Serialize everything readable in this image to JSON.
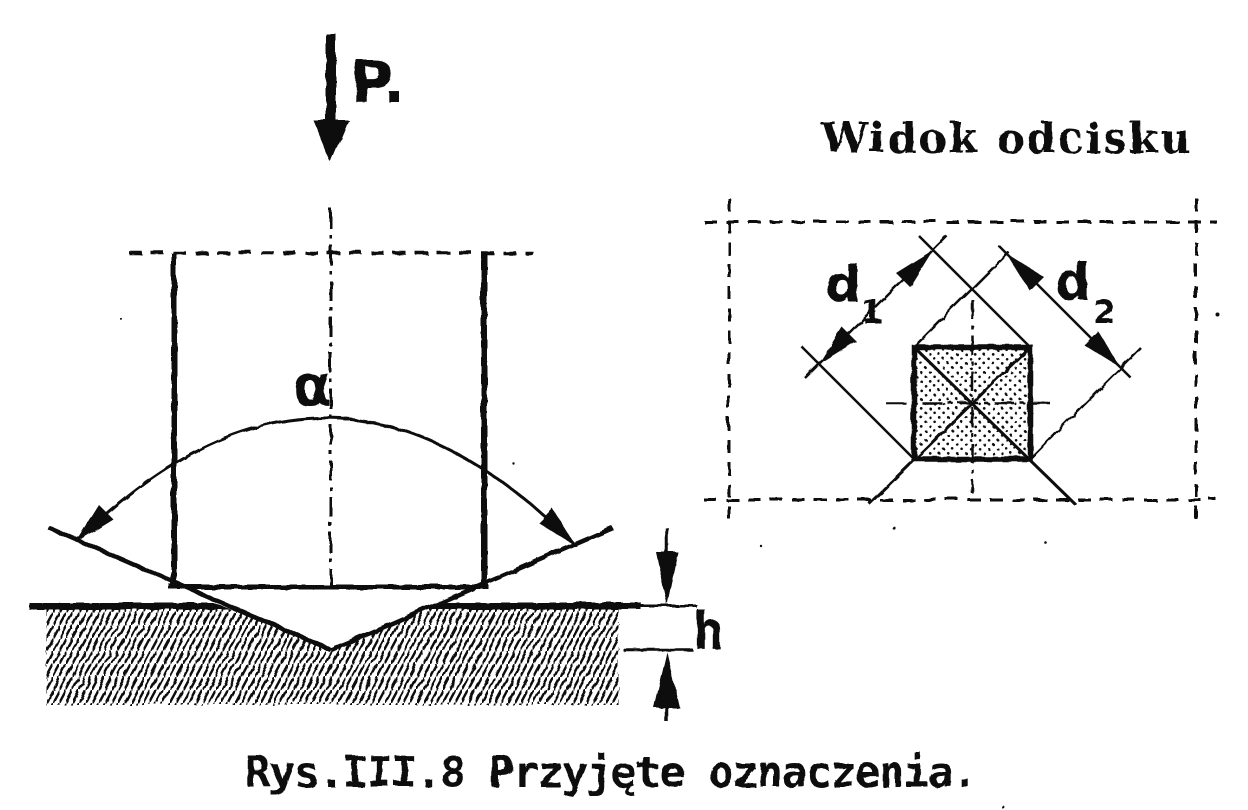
{
  "figure": {
    "caption": "Rys.III.8 Przyjęte oznaczenia.",
    "side_view": {
      "force_label": "P.",
      "angle_label": "α",
      "depth_label": "h"
    },
    "imprint_view": {
      "title": "Widok odcisku",
      "diagonal_1": {
        "base": "d",
        "sub": "1"
      },
      "diagonal_2": {
        "base": "d",
        "sub": "2"
      }
    },
    "colors": {
      "ink": "#0d0d0d",
      "paper": "#ffffff"
    }
  }
}
